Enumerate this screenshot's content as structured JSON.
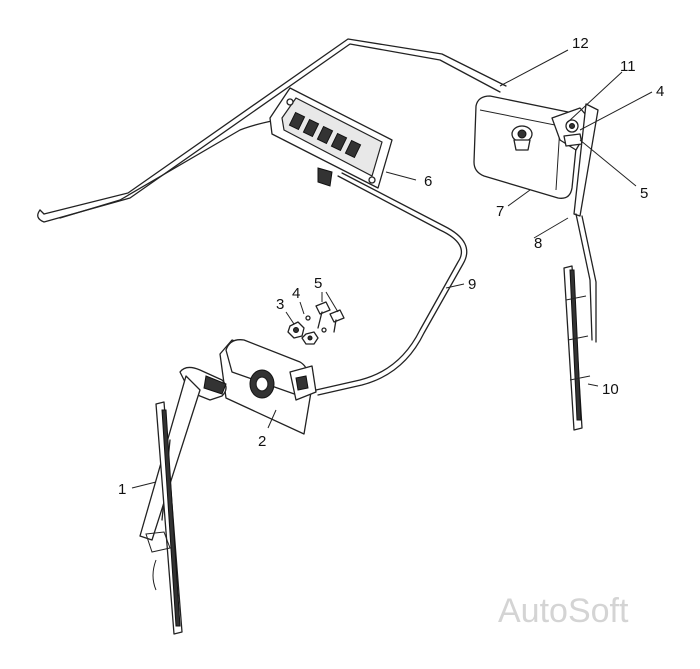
{
  "callouts": {
    "c1": "1",
    "c2": "2",
    "c3": "3",
    "c4a": "4",
    "c4b": "4",
    "c5a": "5",
    "c5b": "5",
    "c6": "6",
    "c7": "7",
    "c8": "8",
    "c9": "9",
    "c10": "10",
    "c11": "11",
    "c12": "12"
  },
  "watermark": "AutoSoft"
}
